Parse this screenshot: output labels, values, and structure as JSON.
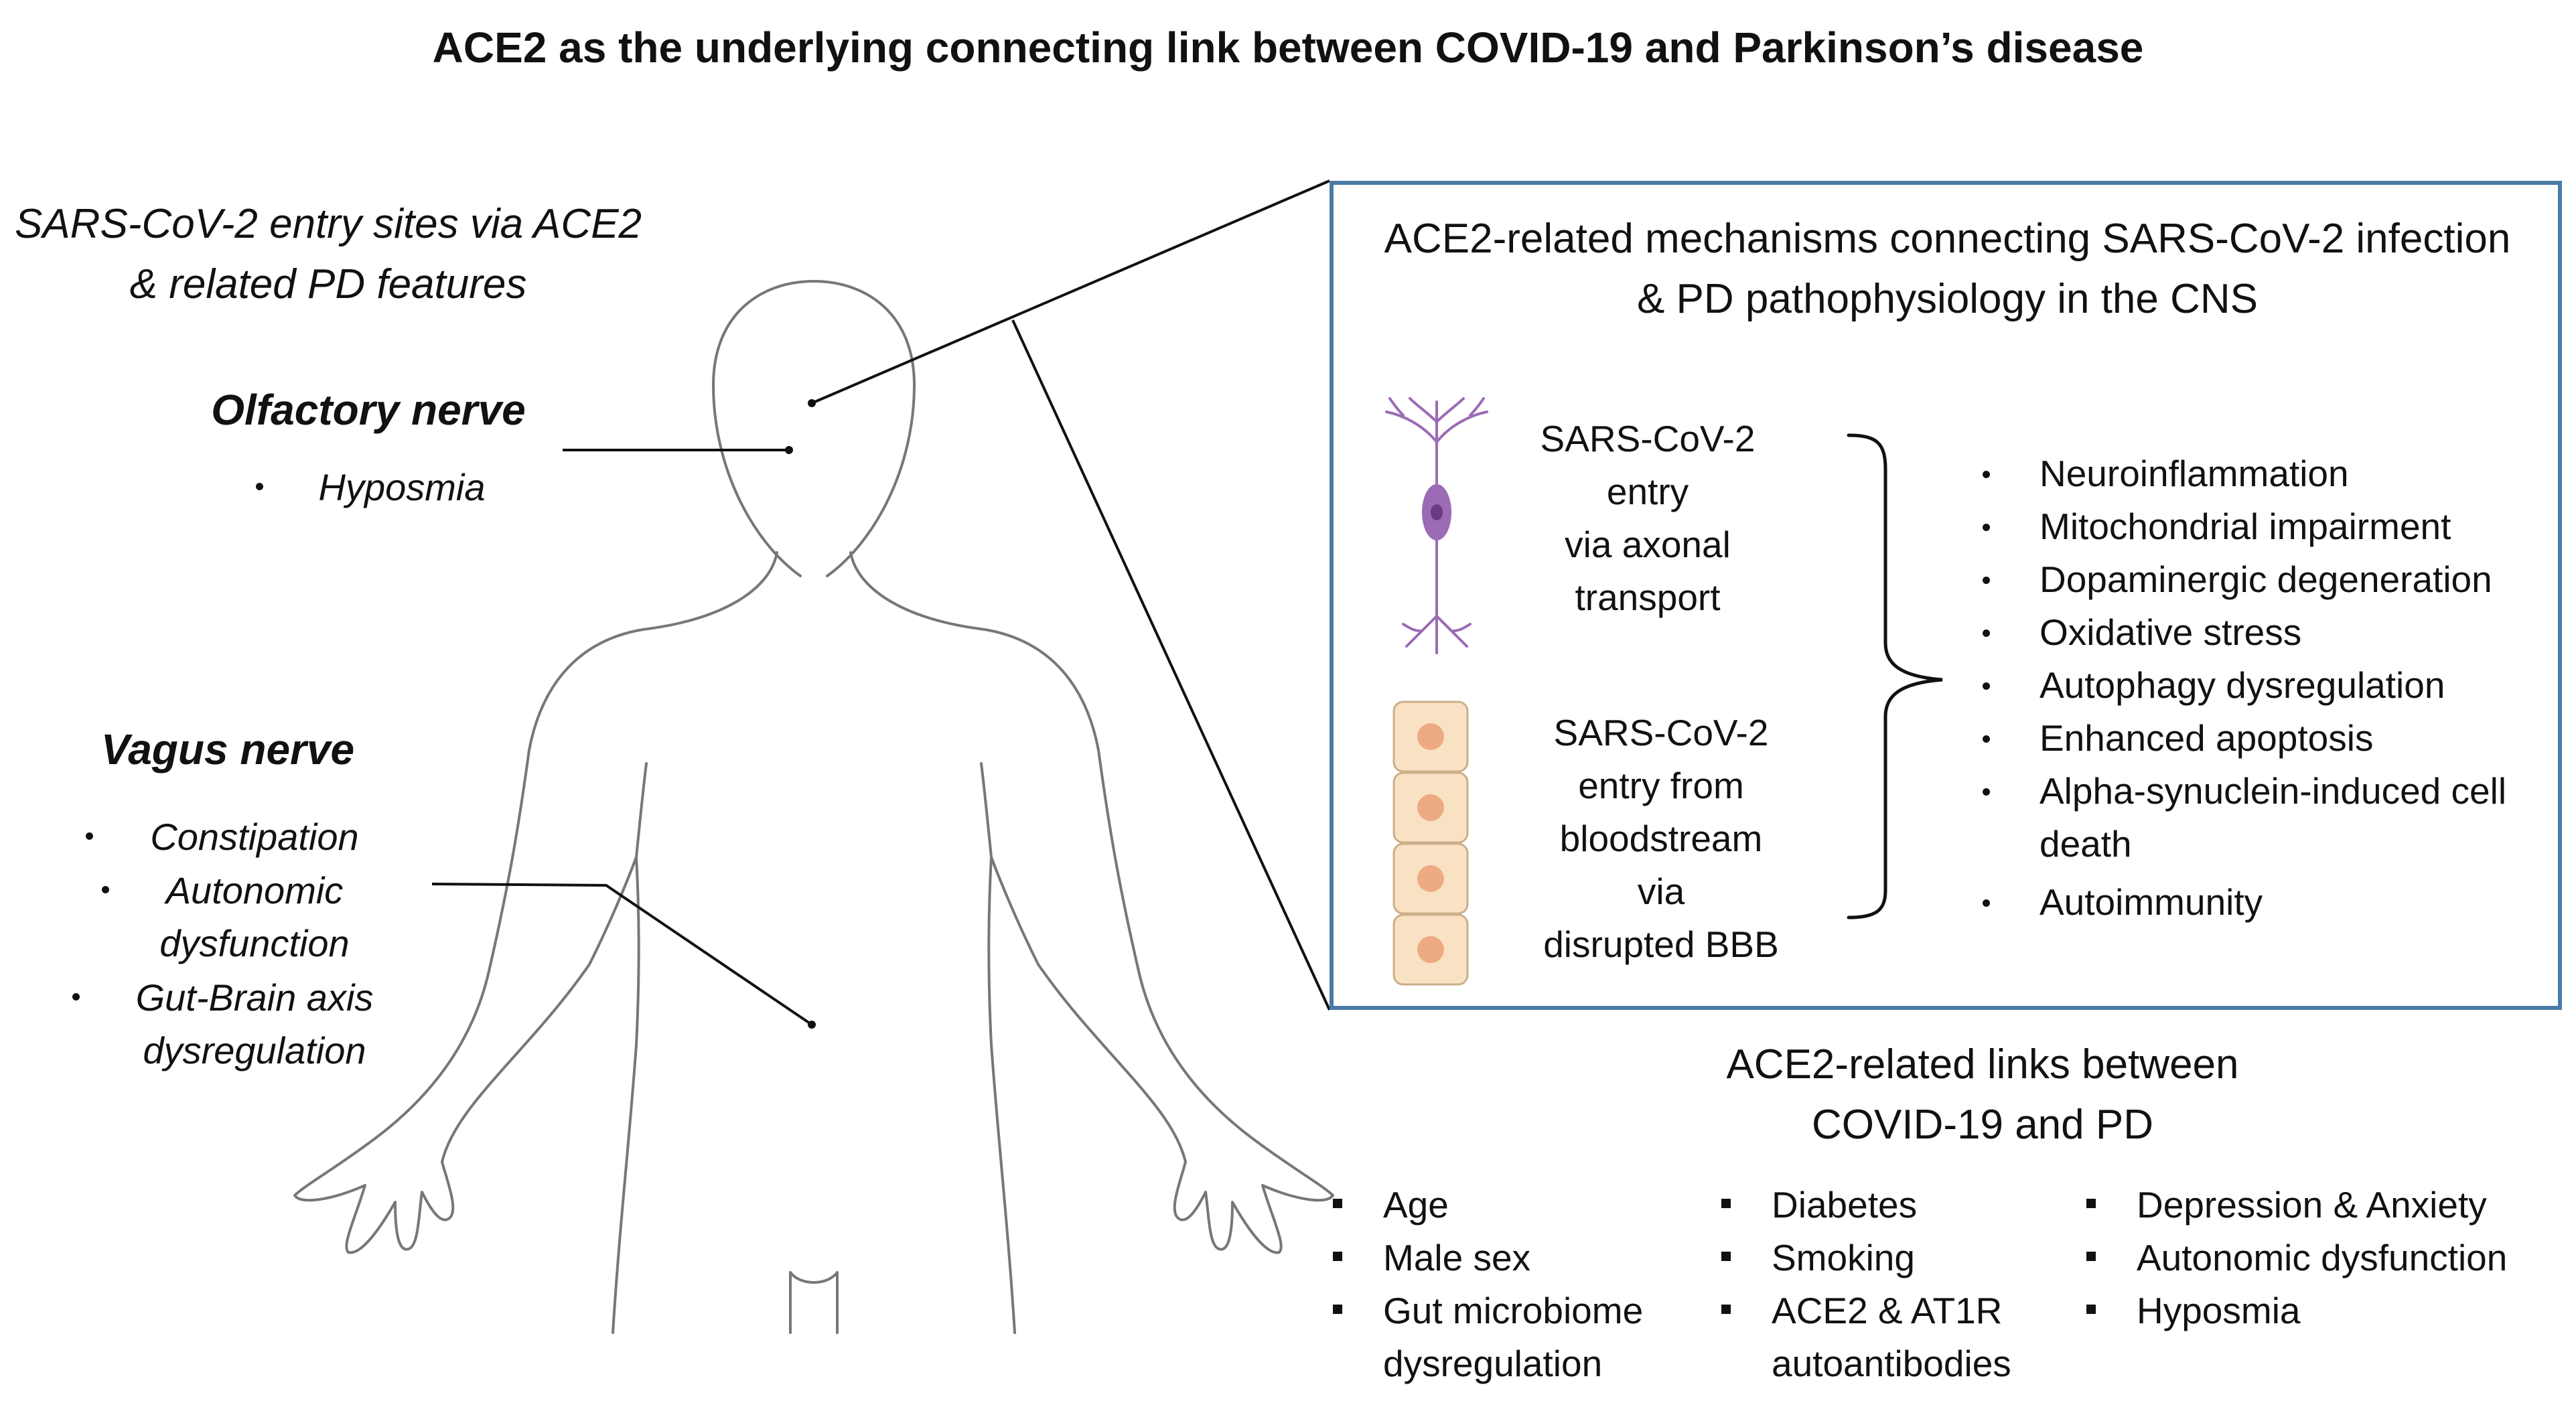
{
  "title": "ACE2 as the underlying connecting link between COVID-19 and Parkinson’s disease",
  "entry_sites": {
    "heading_line1": "SARS-CoV-2 entry sites via ACE2",
    "heading_line2": "&  related PD features"
  },
  "olfactory": {
    "title": "Olfactory nerve",
    "features": [
      "Hyposmia"
    ]
  },
  "vagus": {
    "title": "Vagus nerve",
    "features": [
      "Constipation",
      "Autonomic",
      "dysfunction",
      "Gut-Brain axis",
      "dysregulation"
    ]
  },
  "cns_box": {
    "heading_line1": "ACE2-related mechanisms connecting SARS-CoV-2 infection",
    "heading_line2": "& PD pathophysiology in the CNS",
    "axonal_entry": [
      "SARS-CoV-2",
      "entry",
      "via axonal",
      "transport"
    ],
    "bbb_entry": [
      "SARS-CoV-2",
      "entry from",
      "bloodstream",
      "via",
      "disrupted BBB"
    ],
    "mechanisms": [
      "Neuroinflammation",
      "Mitochondrial impairment",
      "Dopaminergic degeneration",
      "Oxidative stress",
      "Autophagy dysregulation",
      "Enhanced apoptosis",
      "Alpha-synuclein-induced cell",
      "death",
      "Autoimmunity"
    ]
  },
  "links": {
    "heading_line1": "ACE2-related links between",
    "heading_line2": "COVID-19 and PD",
    "col1": [
      "Age",
      "Male sex",
      "Gut microbiome",
      "dysregulation"
    ],
    "col2": [
      "Diabetes",
      "Smoking",
      "ACE2 & AT1R",
      "autoantibodies"
    ],
    "col3": [
      "Depression & Anxiety",
      "Autonomic dysfunction",
      "Hyposmia"
    ]
  },
  "colors": {
    "box_border": "#4a7aa6",
    "neuron": "#9b6bb5",
    "cell_fill": "#f9e2c4",
    "cell_nucleus": "#eeaa82",
    "body_outline": "#777777"
  }
}
